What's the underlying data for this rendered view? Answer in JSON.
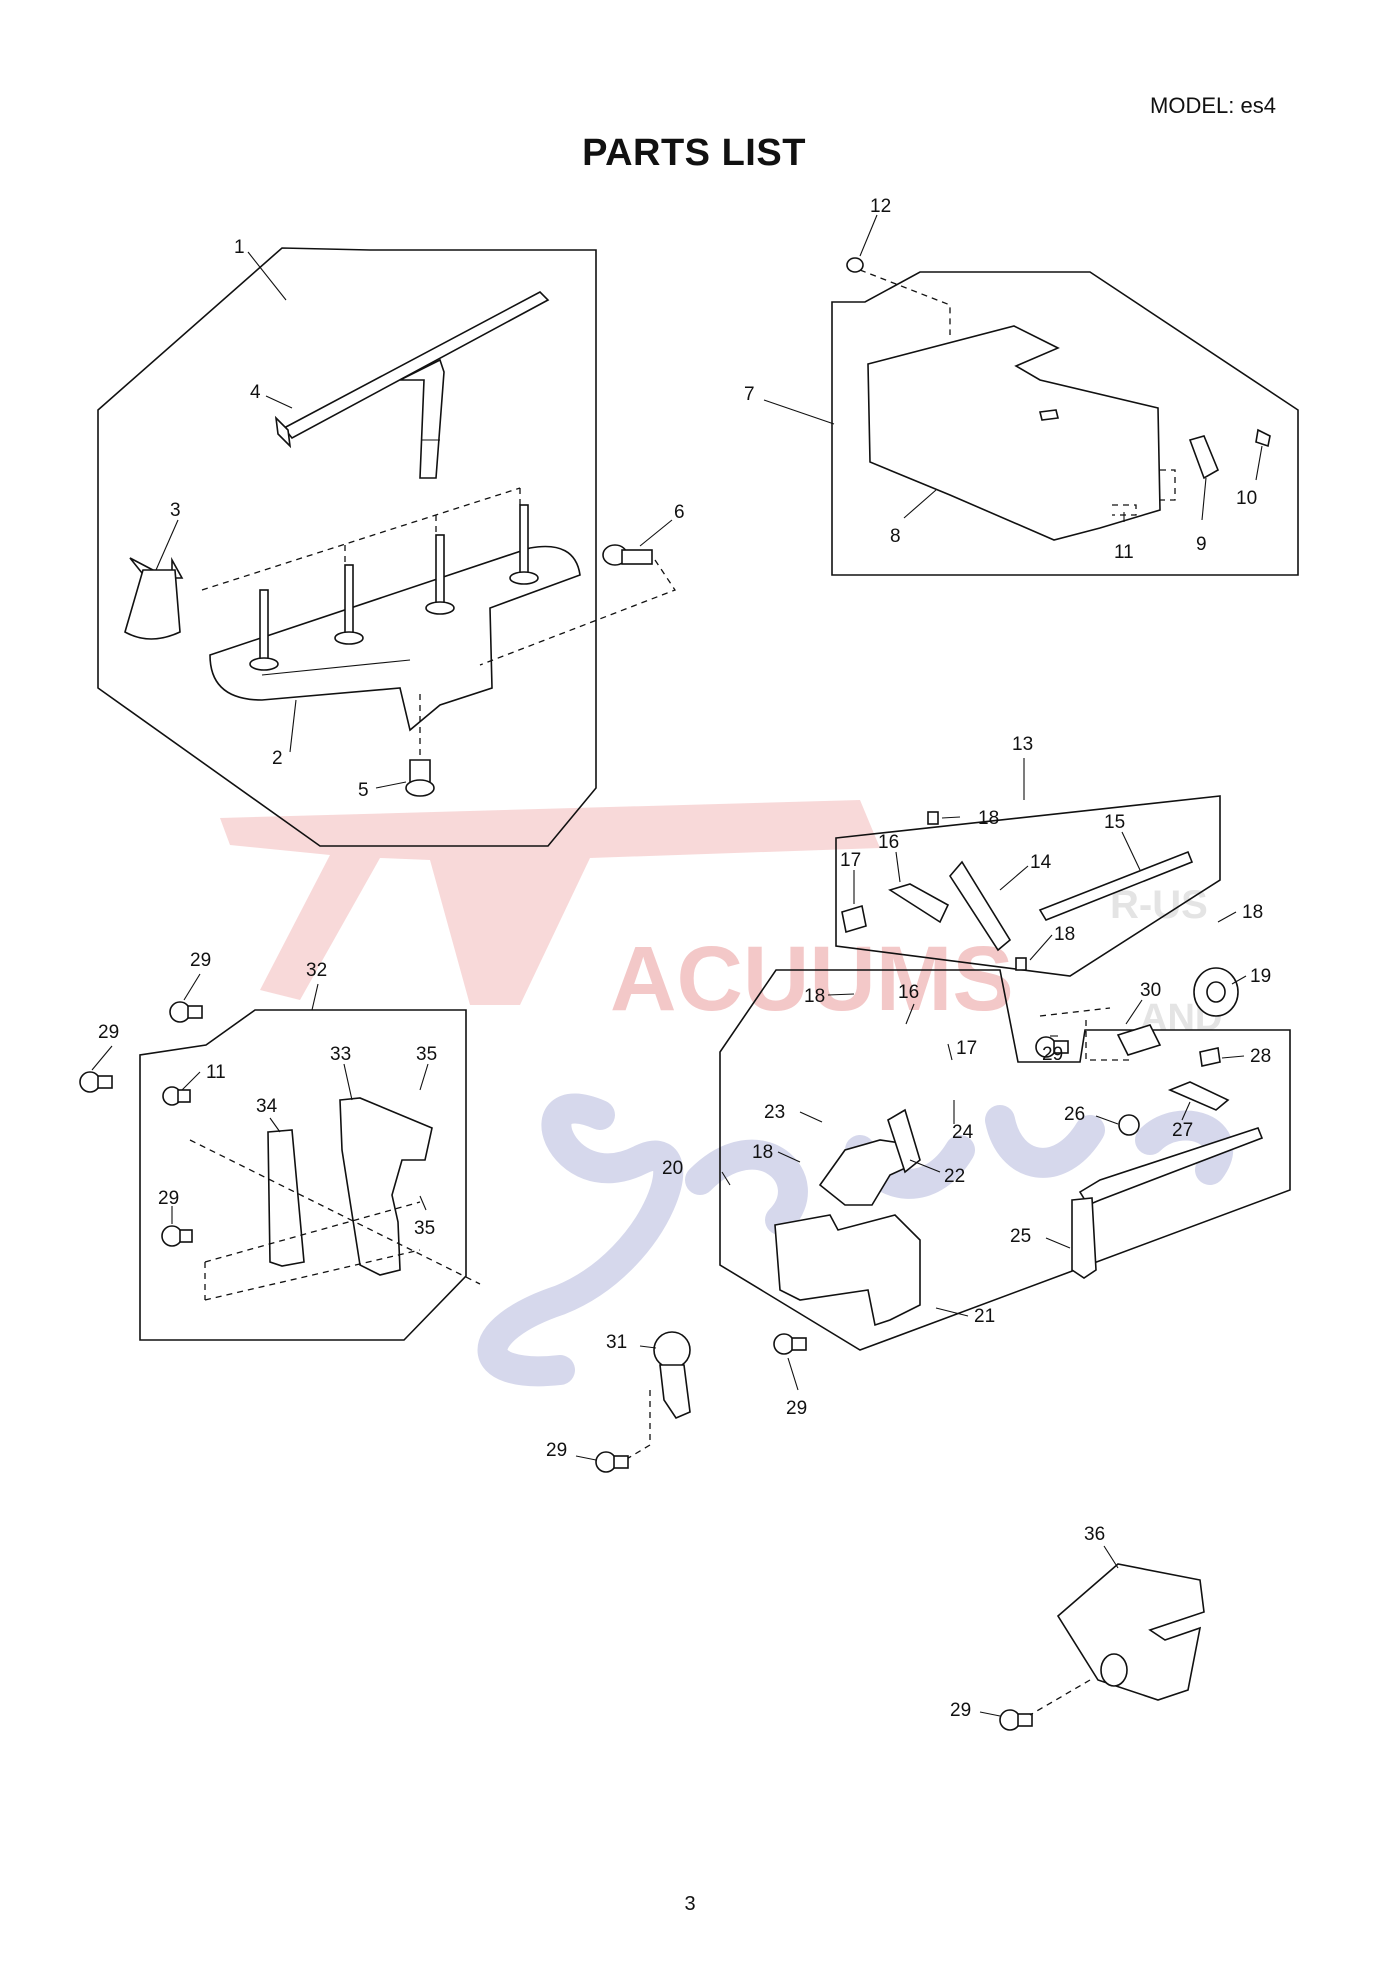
{
  "model_label": "MODEL: es4",
  "title": "PARTS LIST",
  "page_number": "3",
  "watermark": {
    "brand": "ACUUMS",
    "suffix": "R-US",
    "and": "AND"
  },
  "callouts": {
    "c1": "1",
    "c2": "2",
    "c3": "3",
    "c4": "4",
    "c5": "5",
    "c6": "6",
    "c7": "7",
    "c8": "8",
    "c9": "9",
    "c10": "10",
    "c11": "11",
    "c12": "12",
    "c13": "13",
    "c14": "14",
    "c15": "15",
    "c16a": "16",
    "c16b": "16",
    "c17a": "17",
    "c17b": "17",
    "c18a": "18",
    "c18b": "18",
    "c18c": "18",
    "c18d": "18",
    "c18e": "18",
    "c19": "19",
    "c20": "20",
    "c21": "21",
    "c22": "22",
    "c23": "23",
    "c24": "24",
    "c25": "25",
    "c26": "26",
    "c27": "27",
    "c28": "28",
    "c29a": "29",
    "c29b": "29",
    "c29c": "29",
    "c29d": "29",
    "c29e": "29",
    "c29f": "29",
    "c29g": "29",
    "c30": "30",
    "c31": "31",
    "c32": "32",
    "c33": "33",
    "c34": "34",
    "c35a": "35",
    "c35b": "35",
    "c36": "36",
    "c11b": "11"
  }
}
